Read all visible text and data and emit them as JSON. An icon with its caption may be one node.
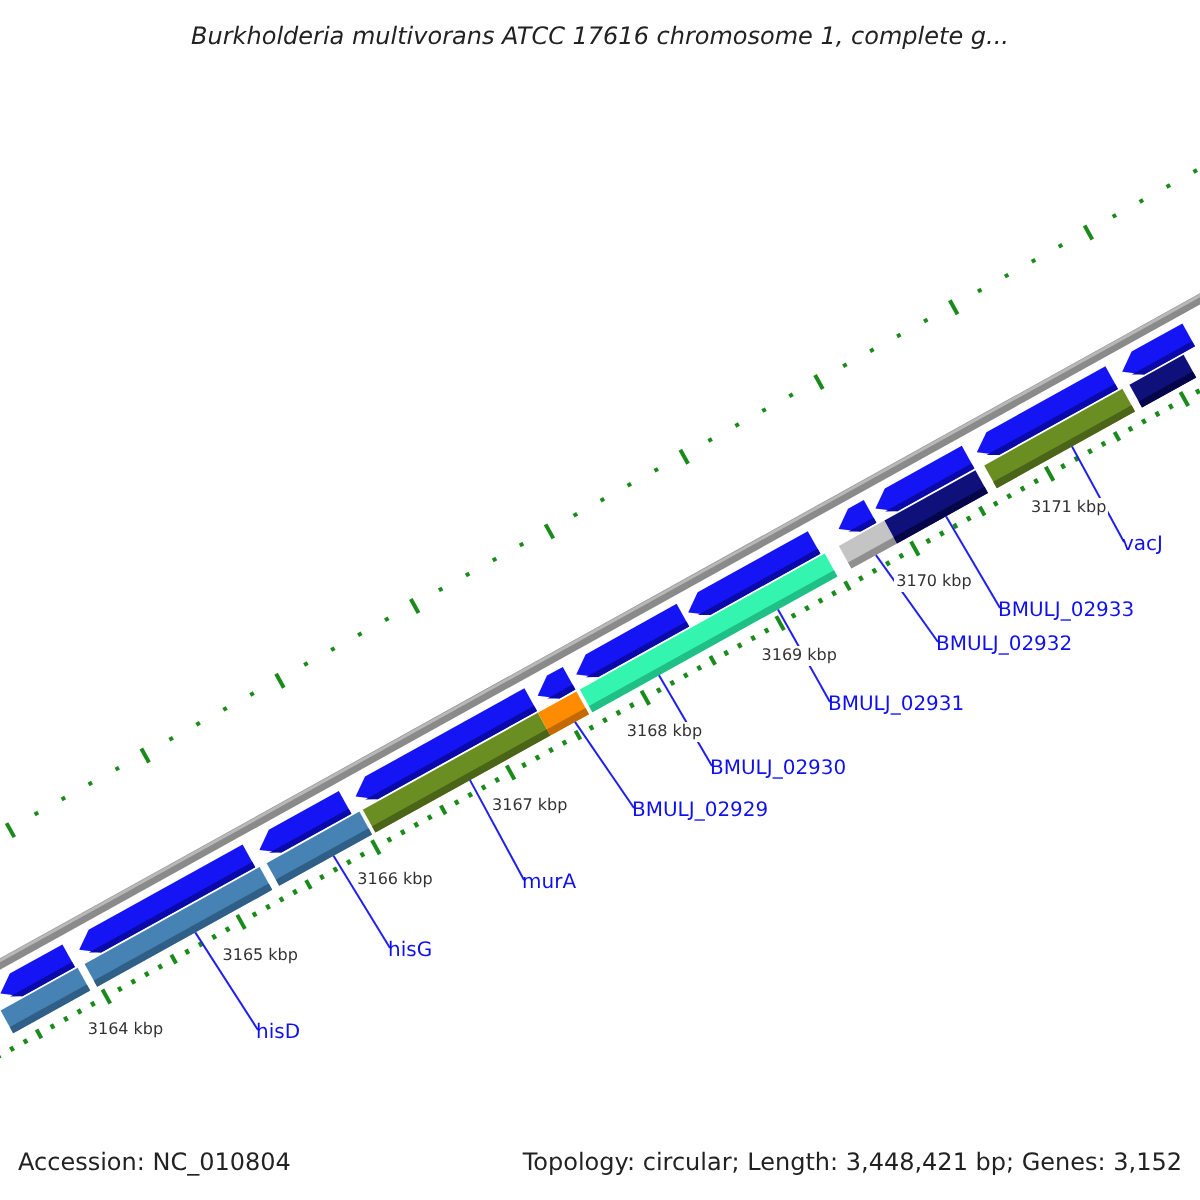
{
  "diagram": {
    "title": "Burkholderia multivorans ATCC 17616 chromosome 1, complete g...",
    "nodes": [
      {
        "text": [],
        "shape": "bar"
      },
      {
        "text": [],
        "shape": "bar"
      },
      {
        "text": [],
        "shape": "bar"
      },
      {
        "text": [],
        "shape": "bar"
      },
      {
        "text": [],
        "shape": "bar"
      },
      {
        "text": [],
        "shape": "bar"
      },
      {
        "text": [],
        "shape": "bar"
      },
      {
        "text": [],
        "shape": "bar"
      },
      {
        "text": [],
        "shape": "bar"
      },
      {
        "text": [],
        "shape": "bar"
      },
      {
        "text": [],
        "shape": "bar"
      },
      {
        "text": [],
        "shape": "bar"
      },
      {
        "text": [],
        "shape": "bar"
      },
      {
        "text": [],
        "shape": "bar"
      },
      {
        "text": [],
        "shape": "bar"
      },
      {
        "text": [],
        "shape": "bar"
      },
      {
        "text": [],
        "shape": "bar"
      },
      {
        "text": [],
        "shape": "bar"
      },
      {
        "text": [],
        "shape": "bar"
      },
      {
        "text": [],
        "shape": "bar"
      },
      {
        "text": [],
        "shape": "bar"
      },
      {
        "text": [
          "hisD"
        ]
      },
      {
        "text": [
          "hisG"
        ]
      },
      {
        "text": [
          "murA"
        ]
      },
      {
        "text": [
          "BMULJ_02929"
        ]
      },
      {
        "text": [
          "BMULJ_02930"
        ]
      },
      {
        "text": [
          "BMULJ_02931"
        ]
      },
      {
        "text": [
          "BMULJ_02932"
        ]
      },
      {
        "text": [
          "BMULJ_02933"
        ]
      },
      {
        "text": [
          "vacJ"
        ]
      }
    ],
    "edges": [
      {
        "from": 21,
        "to": 3,
        "arrow": "none"
      },
      {
        "from": 22,
        "to": 5,
        "arrow": "none"
      },
      {
        "from": 23,
        "to": 7,
        "arrow": "none"
      },
      {
        "from": 24,
        "to": 9,
        "arrow": "none"
      },
      {
        "from": 25,
        "to": 11,
        "arrow": "none"
      },
      {
        "from": 26,
        "to": 11,
        "arrow": "none"
      },
      {
        "from": 27,
        "to": 13,
        "arrow": "none"
      },
      {
        "from": 28,
        "to": 15,
        "arrow": "none"
      },
      {
        "from": 29,
        "to": 17,
        "arrow": "none"
      }
    ],
    "labels": [
      "3164 kbp",
      "3165 kbp",
      "3166 kbp",
      "3167 kbp",
      "3168 kbp",
      "3169 kbp",
      "3170 kbp",
      "3171 kbp",
      "Accession: NC_010804",
      "Topology: circular; Length: 3,448,421 bp; Genes: 3,152"
    ]
  }
}
